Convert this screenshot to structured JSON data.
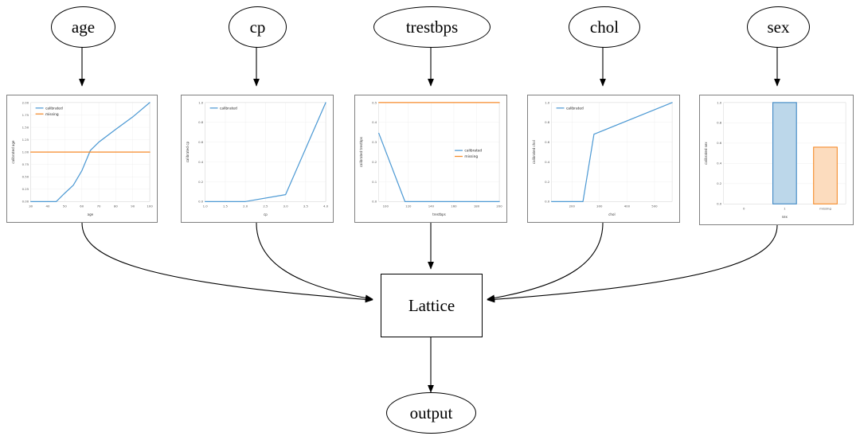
{
  "title": "Calibrated lattice model graph",
  "nodes": {
    "inputs": [
      {
        "id": "age",
        "label": "age"
      },
      {
        "id": "cp",
        "label": "cp"
      },
      {
        "id": "trestbps",
        "label": "trestbps"
      },
      {
        "id": "chol",
        "label": "chol"
      },
      {
        "id": "sex",
        "label": "sex"
      }
    ],
    "lattice": {
      "label": "Lattice"
    },
    "output": {
      "label": "output"
    }
  },
  "colors": {
    "calibrated": "#4e9ad4",
    "missing": "#f58a28",
    "bar_blue_fill": "#bcd7ea",
    "bar_blue_edge": "#3d87c3",
    "bar_orange_fill": "#fcdcbe",
    "bar_orange_edge": "#f58a28",
    "panel_border": "#808080",
    "edge_color": "#000000"
  },
  "legend_labels": {
    "calibrated": "calibrated",
    "missing": "missing"
  },
  "chart_data": [
    {
      "id": "age",
      "type": "line",
      "title": "",
      "xlabel": "age",
      "ylabel": "calibrated age",
      "xlim": [
        30,
        100
      ],
      "ylim": [
        0.0,
        2.0
      ],
      "xticks": [
        30,
        40,
        50,
        60,
        70,
        80,
        90,
        100
      ],
      "yticks": [
        0.0,
        0.25,
        0.5,
        0.75,
        1.0,
        1.25,
        1.5,
        1.75,
        2.0
      ],
      "xtick_labels": [
        "30",
        "40",
        "50",
        "60",
        "70",
        "80",
        "90",
        "100"
      ],
      "ytick_labels": [
        "0.00",
        "0.25",
        "0.50",
        "0.75",
        "1.00",
        "1.25",
        "1.50",
        "1.75",
        "2.00"
      ],
      "grid": true,
      "legend_position": "upper left",
      "series": [
        {
          "name": "calibrated",
          "color": "#4e9ad4",
          "x": [
            30,
            45,
            50,
            55,
            60,
            65,
            70,
            80,
            90,
            100
          ],
          "y": [
            0.0,
            0.0,
            0.17,
            0.33,
            0.62,
            1.03,
            1.2,
            1.46,
            1.71,
            2.0
          ]
        },
        {
          "name": "missing",
          "color": "#f58a28",
          "x": [
            30,
            100
          ],
          "y": [
            1.0,
            1.0
          ]
        }
      ]
    },
    {
      "id": "cp",
      "type": "line",
      "title": "",
      "xlabel": "cp",
      "ylabel": "calibrated cp",
      "xlim": [
        1.0,
        4.0
      ],
      "ylim": [
        0.0,
        1.0
      ],
      "xticks": [
        1.0,
        1.5,
        2.0,
        2.5,
        3.0,
        3.5,
        4.0
      ],
      "yticks": [
        0.0,
        0.2,
        0.4,
        0.6,
        0.8,
        1.0
      ],
      "xtick_labels": [
        "1.0",
        "1.5",
        "2.0",
        "2.5",
        "3.0",
        "3.5",
        "4.0"
      ],
      "ytick_labels": [
        "0.0",
        "0.2",
        "0.4",
        "0.6",
        "0.8",
        "1.0"
      ],
      "grid": true,
      "legend_position": "upper left",
      "series": [
        {
          "name": "calibrated",
          "color": "#4e9ad4",
          "x": [
            1.0,
            2.0,
            3.0,
            4.0
          ],
          "y": [
            0.0,
            0.0,
            0.07,
            1.0
          ]
        }
      ]
    },
    {
      "id": "trestbps",
      "type": "line",
      "title": "",
      "xlabel": "trestbps",
      "ylabel": "calibrated trestbps",
      "xlim": [
        94,
        200
      ],
      "ylim": [
        0.0,
        0.5
      ],
      "xticks": [
        100,
        120,
        140,
        160,
        180,
        200
      ],
      "yticks": [
        0.0,
        0.1,
        0.2,
        0.3,
        0.4,
        0.5
      ],
      "xtick_labels": [
        "100",
        "120",
        "140",
        "160",
        "180",
        "200"
      ],
      "ytick_labels": [
        "0.0",
        "0.1",
        "0.2",
        "0.3",
        "0.4",
        "0.5"
      ],
      "grid": true,
      "legend_position": "center right",
      "series": [
        {
          "name": "calibrated",
          "color": "#4e9ad4",
          "x": [
            94,
            117,
            200
          ],
          "y": [
            0.345,
            0.0,
            0.0
          ]
        },
        {
          "name": "missing",
          "color": "#f58a28",
          "x": [
            94,
            200
          ],
          "y": [
            0.5,
            0.5
          ]
        }
      ]
    },
    {
      "id": "chol",
      "type": "line",
      "title": "",
      "xlabel": "chol",
      "ylabel": "calibrated chol",
      "xlim": [
        126,
        564
      ],
      "ylim": [
        0.0,
        1.0
      ],
      "xticks": [
        200,
        300,
        400,
        500
      ],
      "yticks": [
        0.0,
        0.2,
        0.4,
        0.6,
        0.8,
        1.0
      ],
      "xtick_labels": [
        "200",
        "300",
        "400",
        "500"
      ],
      "ytick_labels": [
        "0.0",
        "0.2",
        "0.4",
        "0.6",
        "0.8",
        "1.0"
      ],
      "grid": true,
      "legend_position": "upper left",
      "series": [
        {
          "name": "calibrated",
          "color": "#4e9ad4",
          "x": [
            126,
            240,
            280,
            564
          ],
          "y": [
            0.0,
            0.0,
            0.68,
            1.0
          ]
        }
      ]
    },
    {
      "id": "sex",
      "type": "bar",
      "title": "",
      "xlabel": "sex",
      "ylabel": "calibrated sex",
      "ylim": [
        0.0,
        1.0
      ],
      "yticks": [
        0.0,
        0.2,
        0.4,
        0.6,
        0.8,
        1.0
      ],
      "ytick_labels": [
        "0.0",
        "0.2",
        "0.4",
        "0.6",
        "0.8",
        "1.0"
      ],
      "categories": [
        "0",
        "1",
        "missing"
      ],
      "values": [
        0.0,
        1.0,
        0.56
      ],
      "bar_colors": [
        "#bcd7ea",
        "#bcd7ea",
        "#fcdcbe"
      ],
      "bar_edge_colors": [
        "#3d87c3",
        "#3d87c3",
        "#f58a28"
      ],
      "grid": true,
      "legend_position": "none"
    }
  ]
}
